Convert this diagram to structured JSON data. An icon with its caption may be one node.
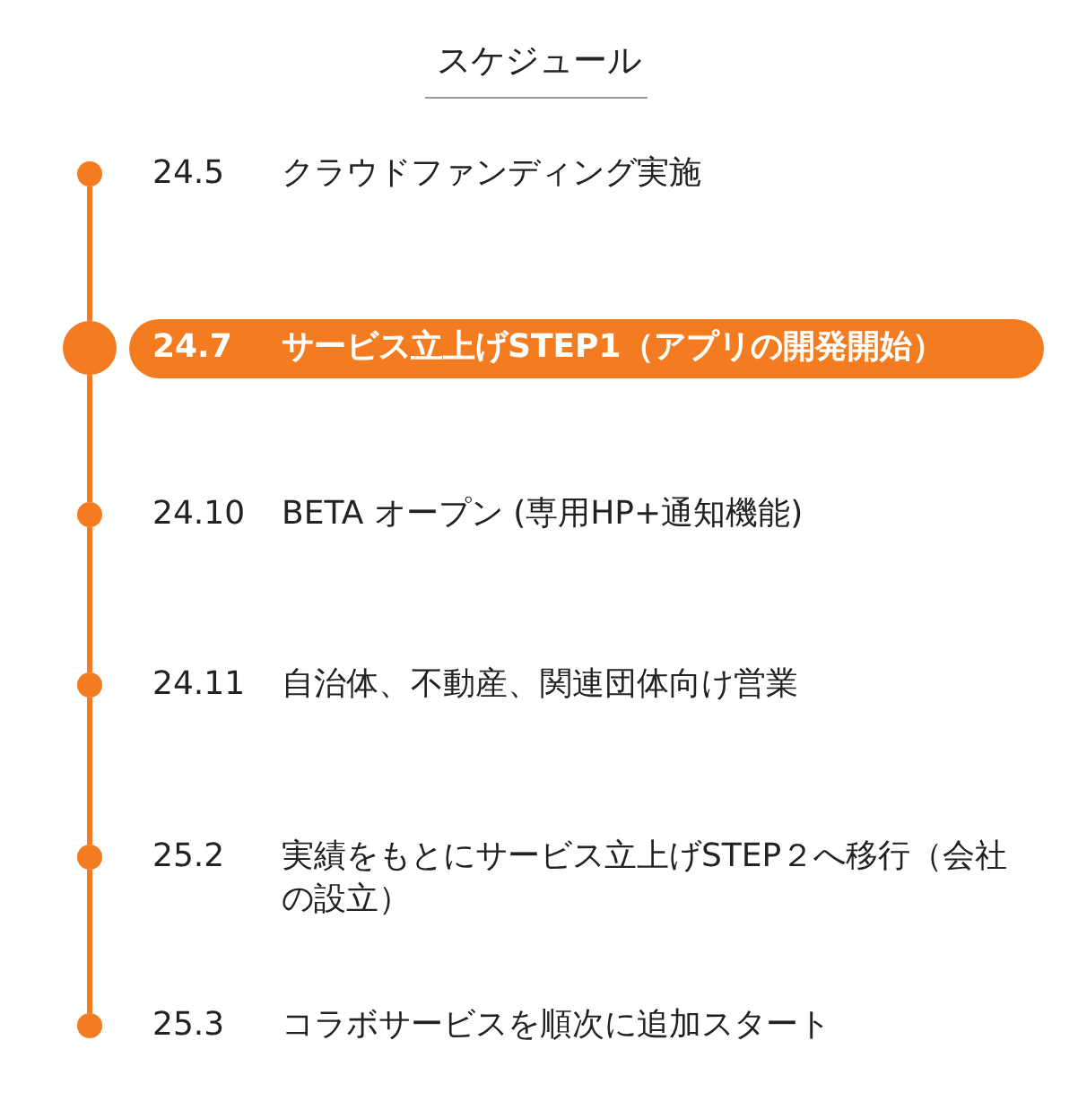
{
  "diagram": {
    "title": "スケジュール",
    "nodes": [
      {
        "text": [],
        "shape": "circle",
        "beside": [
          "24.5",
          "クラウドファンディング実施"
        ]
      },
      {
        "text": [],
        "shape": "circle"
      },
      {
        "text": [
          "24.7",
          "サービス立上げSTEP1（アプリの開発開始）"
        ]
      },
      {
        "text": [],
        "shape": "circle",
        "beside": [
          "24.10",
          "BETA オープン (専用HP+通知機能)"
        ]
      },
      {
        "text": [],
        "shape": "circle",
        "beside": [
          "24.11",
          "自治体、不動産、関連団体向け営業"
        ]
      },
      {
        "text": [],
        "shape": "circle",
        "beside": [
          "25.2",
          "実績をもとにサービス立上げSTEP２へ移行（会社の設立）"
        ]
      },
      {
        "text": [],
        "shape": "circle",
        "beside": [
          "25.3",
          "コラボサービスを順次に追加スタート"
        ]
      }
    ],
    "edges": [
      {
        "from": 0,
        "to": 1,
        "arrow": "none"
      },
      {
        "from": 1,
        "to": 3,
        "arrow": "none"
      },
      {
        "from": 3,
        "to": 4,
        "arrow": "none"
      },
      {
        "from": 4,
        "to": 5,
        "arrow": "none"
      },
      {
        "from": 5,
        "to": 6,
        "arrow": "none"
      }
    ]
  }
}
